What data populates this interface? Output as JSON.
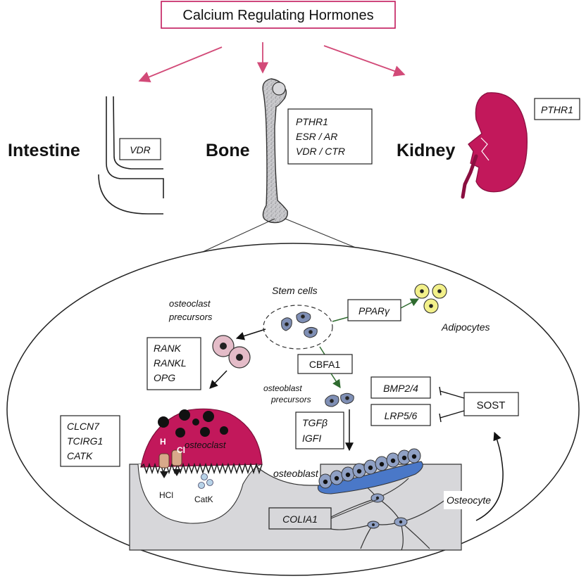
{
  "title": "Calcium Regulating Hormones",
  "organs": {
    "intestine": {
      "label": "Intestine",
      "receptors": [
        "VDR"
      ]
    },
    "bone": {
      "label": "Bone",
      "receptors": [
        "PTHR1",
        "ESR / AR",
        "VDR / CTR"
      ]
    },
    "kidney": {
      "label": "Kidney",
      "receptors": [
        "PTHR1"
      ]
    }
  },
  "cells": {
    "stem_cells": "Stem cells",
    "osteoclast_precursors": [
      "osteoclast",
      "precursors"
    ],
    "adipocytes": "Adipocytes",
    "osteoblast_precursors": [
      "osteoblast",
      "precursors"
    ],
    "osteoclast": "osteoclast",
    "osteoblast": "osteoblast",
    "osteocyte": "Osteocyte"
  },
  "genes": {
    "ppar": "PPARγ",
    "rank_group": [
      "RANK",
      "RANKL",
      "OPG"
    ],
    "cbfa1": "CBFA1",
    "bmp": "BMP2/4",
    "lrp": "LRP5/6",
    "sost": "SOST",
    "tgf_group": [
      "TGFβ",
      "IGFI"
    ],
    "clcn_group": [
      "CLCN7",
      "TCIRG1",
      "CATK"
    ],
    "colia1": "COLIA1"
  },
  "resorption": {
    "h_label": "H",
    "cl_label": "Cl",
    "hcl": "HCl",
    "catk": "CatK"
  },
  "colors": {
    "pink": "#c2185b",
    "magenta_cell": "#c2185b",
    "osteoblast_blue": "#4a78c8",
    "adipocyte_yellow": "#f2f08a",
    "bone_grey": "#d7d7da",
    "dark_green": "#2f6b2f"
  }
}
